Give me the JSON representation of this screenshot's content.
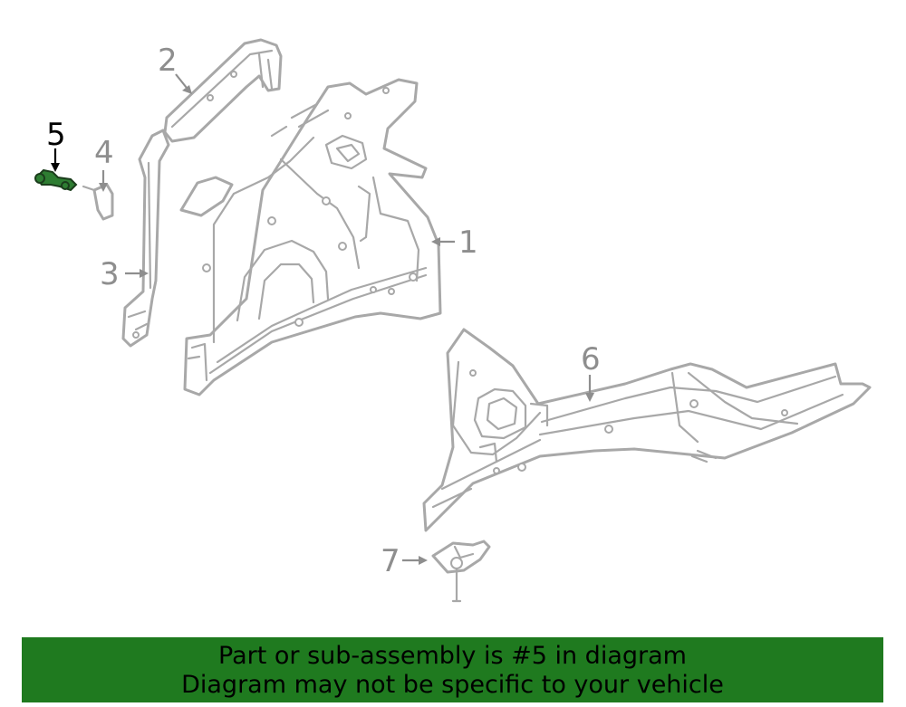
{
  "diagram": {
    "callouts": [
      "1",
      "2",
      "3",
      "4",
      "5",
      "6",
      "7"
    ],
    "highlighted_callout": "5",
    "colors": {
      "part_outline": "#a8a8a8",
      "callout_gray": "#8e8e8e",
      "highlight_part": "#2e7d32",
      "banner_background": "#1f7a1f"
    }
  },
  "banner": {
    "line1": "Part or sub-assembly is #5 in diagram",
    "line2": "Diagram may not be specific to your vehicle"
  }
}
